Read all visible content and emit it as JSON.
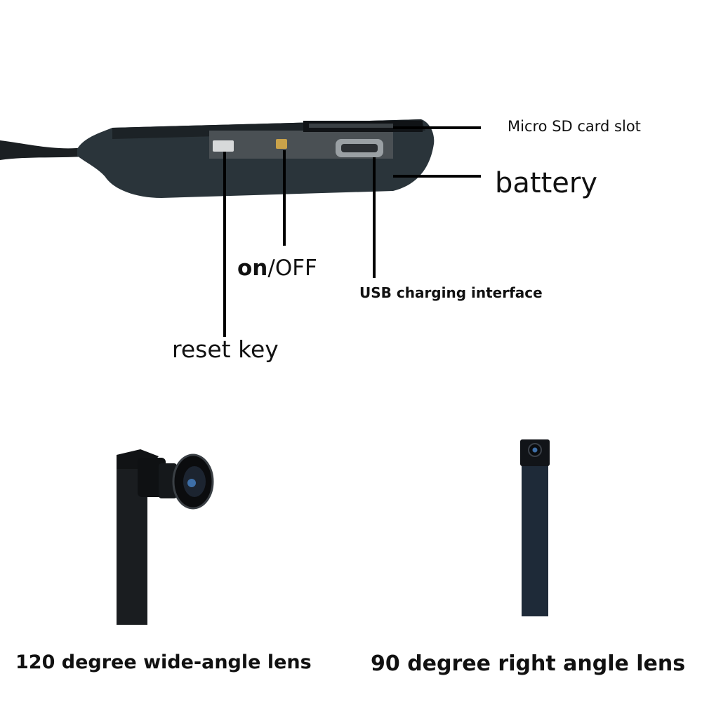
{
  "device": {
    "callouts": {
      "sd_slot": "Micro SD card slot",
      "battery": "battery",
      "power_on": "on",
      "power_sep_off": "/OFF",
      "usb": "USB charging interface",
      "reset": "reset key"
    }
  },
  "lenses": {
    "wide": {
      "caption": "120 degree wide-angle lens"
    },
    "right": {
      "caption": "90 degree right angle lens"
    }
  },
  "colors": {
    "device_body": "#2a343a",
    "cable": "#1b1f22",
    "lens_ribbon": "#1a1d20",
    "ribbon_blue": "#1e2a38",
    "leader": "#000000"
  }
}
